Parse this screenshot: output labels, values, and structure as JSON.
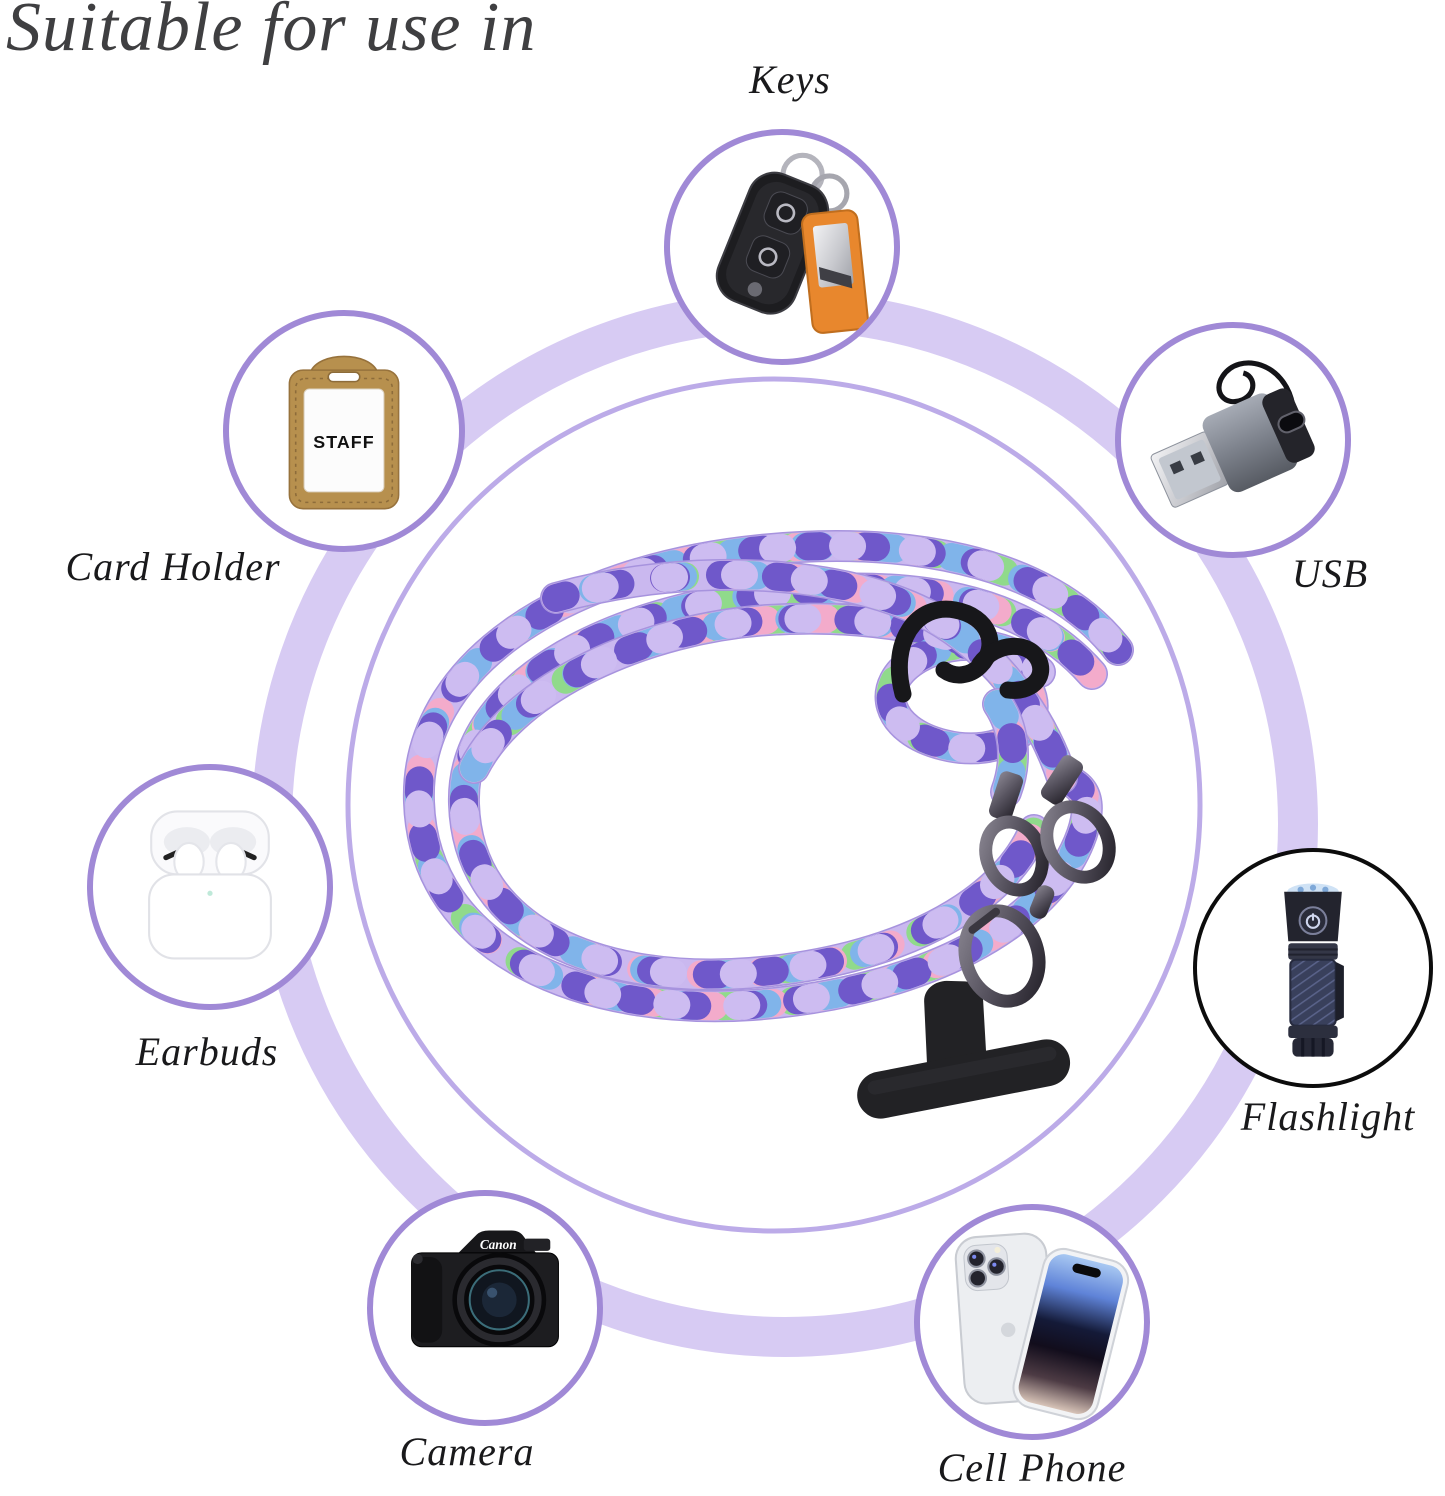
{
  "title": "Suitable for use in",
  "items": [
    {
      "id": "keys",
      "label": "Keys",
      "icon": "car-key-fob-icon"
    },
    {
      "id": "usb",
      "label": "USB",
      "icon": "usb-adapter-icon"
    },
    {
      "id": "card_holder",
      "label": "Card Holder",
      "icon": "id-card-holder-icon",
      "card_text": "STAFF"
    },
    {
      "id": "earbuds",
      "label": "Earbuds",
      "icon": "earbuds-case-icon"
    },
    {
      "id": "flashlight",
      "label": "Flashlight",
      "icon": "flashlight-icon"
    },
    {
      "id": "camera",
      "label": "Camera",
      "icon": "dslr-camera-icon",
      "brand_text": "Canon"
    },
    {
      "id": "cell_phone",
      "label": "Cell Phone",
      "icon": "smartphone-icon"
    }
  ],
  "colors": {
    "background": "#ffffff",
    "title_text": "#3f3f41",
    "label_text": "#19191b",
    "orbit_ring": "#d7cbf3",
    "inner_circle": "#bcabe8",
    "item_circle_border": "#a089d6",
    "flashlight_circle_border": "#0c0c0c",
    "rope_palette": [
      "#cab8ef",
      "#90da8b",
      "#f3abcb",
      "#80b4ea",
      "#6f58ca"
    ],
    "hardware_metal": "#55515d",
    "tab_black": "#222225"
  }
}
